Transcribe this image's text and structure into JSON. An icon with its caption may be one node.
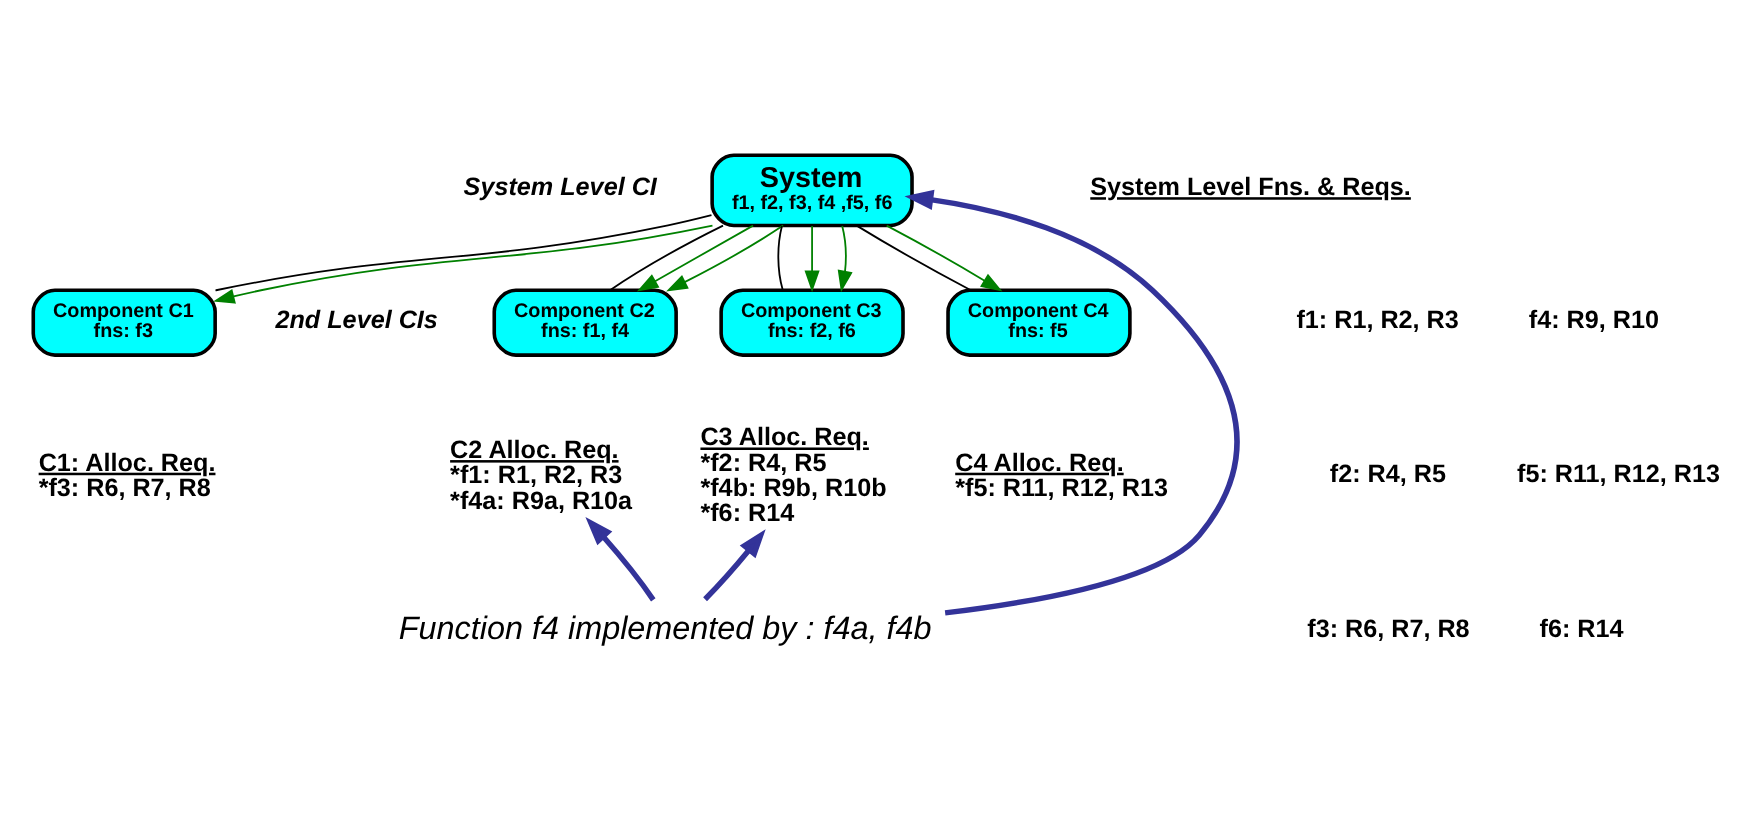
{
  "diagram": {
    "nodes": [
      {
        "text": [
          "System",
          "f1, f2, f3, f4 ,f5, f6"
        ]
      },
      {
        "text": [
          "Component C1",
          "fns: f3"
        ]
      },
      {
        "text": [
          "Component C2",
          "fns: f1, f4"
        ]
      },
      {
        "text": [
          "Component C3",
          "fns: f2, f6"
        ]
      },
      {
        "text": [
          "Component C4",
          "fns: f5"
        ]
      },
      {
        "text": [
          "C1: Alloc. Req.",
          "*f3: R6, R7, R8"
        ]
      },
      {
        "text": [
          "C2 Alloc. Req.",
          "*f1: R1, R2, R3",
          "*f4a: R9a, R10a"
        ]
      },
      {
        "text": [
          "C3 Alloc. Req.",
          "*f2: R4, R5",
          "*f4b: R9b, R10b",
          "*f6: R14"
        ]
      },
      {
        "text": [
          "C4 Alloc. Req.",
          "*f5: R11, R12, R13"
        ]
      },
      {
        "text": [
          "Function f4 implemented by : f4a, f4b"
        ]
      }
    ],
    "edges": [
      {
        "from": 0,
        "to": 1,
        "arrow": "none",
        "color": "#000000"
      },
      {
        "from": 0,
        "to": 2,
        "arrow": "none",
        "color": "#000000"
      },
      {
        "from": 0,
        "to": 3,
        "arrow": "none",
        "color": "#000000"
      },
      {
        "from": 0,
        "to": 4,
        "arrow": "none",
        "color": "#000000"
      },
      {
        "from": 0,
        "to": 1,
        "arrow": "to",
        "color": "#008000"
      },
      {
        "from": 0,
        "to": 2,
        "arrow": "to",
        "color": "#008000"
      },
      {
        "from": 0,
        "to": 2,
        "arrow": "to",
        "color": "#008000"
      },
      {
        "from": 0,
        "to": 3,
        "arrow": "to",
        "color": "#008000"
      },
      {
        "from": 0,
        "to": 3,
        "arrow": "to",
        "color": "#008000"
      },
      {
        "from": 0,
        "to": 4,
        "arrow": "to",
        "color": "#008000"
      },
      {
        "from": 9,
        "to": 0,
        "arrow": "to",
        "style": "thick",
        "color": "#333399"
      },
      {
        "from": 9,
        "to": 6,
        "arrow": "to",
        "style": "thick",
        "color": "#333399"
      },
      {
        "from": 9,
        "to": 7,
        "arrow": "to",
        "style": "thick",
        "color": "#333399"
      }
    ],
    "labels": [
      "System Level CI",
      "System Level Fns. & Reqs.",
      "f1: R1, R2, R3",
      "f4: R9, R10",
      "f2: R4, R5",
      "f5: R11, R12, R13",
      "f3: R6, R7, R8",
      "f6: R14",
      "2nd Level CIs"
    ]
  }
}
